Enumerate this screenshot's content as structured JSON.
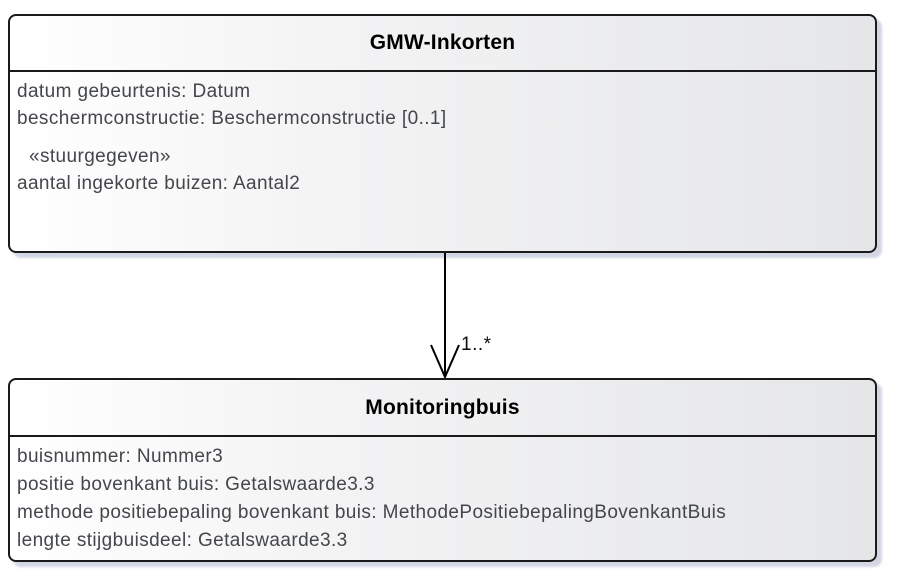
{
  "classes": [
    {
      "name": "GMW-Inkorten",
      "rows": [
        "datum gebeurtenis: Datum",
        "beschermconstructie: Beschermconstructie [0..1]",
        "«stuurgegeven»",
        "aantal ingekorte buizen: Aantal2"
      ]
    },
    {
      "name": "Monitoringbuis",
      "rows": [
        "buisnummer: Nummer3",
        "positie bovenkant buis: Getalswaarde3.3",
        "methode positiebepaling bovenkant buis: MethodePositiebepalingBovenkantBuis",
        "lengte stijgbuisdeel: Getalswaarde3.3"
      ]
    }
  ],
  "association": {
    "multiplicity": "1..*"
  },
  "colors": {
    "border": "#1a1a1a",
    "attribute_text": "#43464b",
    "title_text": "#000000",
    "fill_gradient_left": "#ffffff",
    "fill_gradient_right": "#e5e6e8",
    "shadow": "#adb5cb",
    "background": "#ffffff",
    "arrow": "#000000"
  }
}
